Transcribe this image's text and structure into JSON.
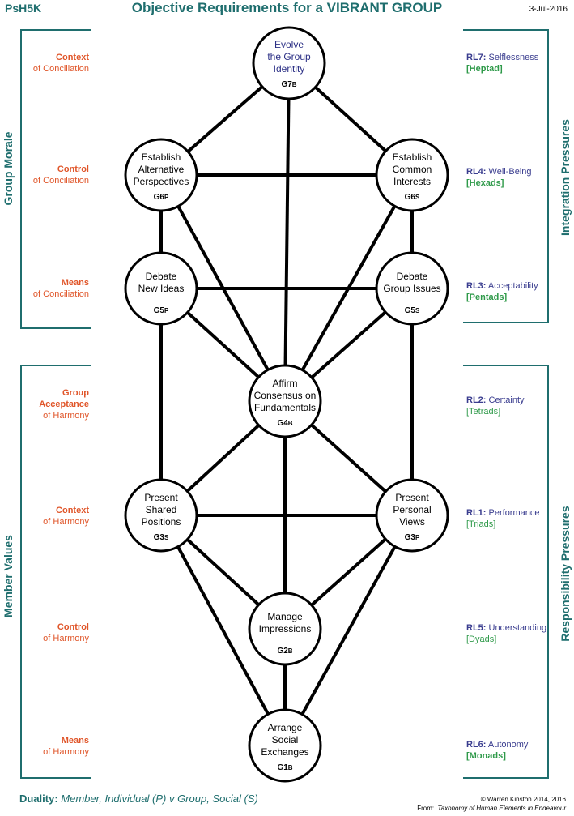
{
  "header": {
    "code": "PsH5K",
    "title": "Objective Requirements for a VIBRANT GROUP",
    "date": "3-Jul-2016"
  },
  "sides": {
    "group_morale": "Group  Morale",
    "member_values": "Member  Values",
    "integration_pressures": "Integration Pressures",
    "responsibility_pressures": "Responsibility  Pressures"
  },
  "left_labels": [
    {
      "head": "Context",
      "sub": "of Conciliation"
    },
    {
      "head": "Control",
      "sub": "of Conciliation"
    },
    {
      "head": "Means",
      "sub": "of Conciliation"
    },
    {
      "head1": "Group",
      "head2": "Acceptance",
      "sub": "of Harmony"
    },
    {
      "head": "Context",
      "sub": "of Harmony"
    },
    {
      "head": "Control",
      "sub": "of Harmony"
    },
    {
      "head": "Means",
      "sub": "of Harmony"
    }
  ],
  "right_labels": [
    {
      "rl": "RL7:",
      "name": "Selflessness",
      "group": "[Heptad]"
    },
    {
      "rl": "RL4:",
      "name": "Well-Being",
      "group": "[Hexads]"
    },
    {
      "rl": "RL3:",
      "name": "Acceptability",
      "group": "[Pentads]"
    },
    {
      "rl": "RL2:",
      "name": "Certainty",
      "group": "[Tetrads]"
    },
    {
      "rl": "RL1:",
      "name": "Performance",
      "group": "[Triads]"
    },
    {
      "rl": "RL5:",
      "name": "Understanding",
      "group": "[Dyads]"
    },
    {
      "rl": "RL6:",
      "name": "Autonomy",
      "group": "[Monads]"
    }
  ],
  "nodes": {
    "g7": {
      "l1": "Evolve",
      "l2": "the Group",
      "l3": "Identity",
      "code": "G7",
      "sub": "B"
    },
    "g6p": {
      "l1": "Establish",
      "l2": "Alternative",
      "l3": "Perspectives",
      "code": "G6",
      "sub": "P"
    },
    "g6s": {
      "l1": "Establish",
      "l2": "Common",
      "l3": "Interests",
      "code": "G6",
      "sub": "S"
    },
    "g5p": {
      "l1": "Debate",
      "l2": "New Ideas",
      "code": "G5",
      "sub": "P"
    },
    "g5s": {
      "l1": "Debate",
      "l2": "Group Issues",
      "code": "G5",
      "sub": "S"
    },
    "g4": {
      "l1": "Affirm",
      "l2": "Consensus on",
      "l3": "Fundamentals",
      "code": "G4",
      "sub": "B"
    },
    "g3s": {
      "l1": "Present",
      "l2": "Shared",
      "l3": "Positions",
      "code": "G3",
      "sub": "S"
    },
    "g3p": {
      "l1": "Present",
      "l2": "Personal",
      "l3": "Views",
      "code": "G3",
      "sub": "P"
    },
    "g2": {
      "l1": "Manage",
      "l2": "Impressions",
      "code": "G2",
      "sub": "B"
    },
    "g1": {
      "l1": "Arrange",
      "l2": "Social",
      "l3": "Exchanges",
      "code": "G1",
      "sub": "B"
    }
  },
  "footer": {
    "duality_label": "Duality:",
    "duality_text": "Member, Individual (P)  v  Group, Social (S)",
    "copyright": "© Warren Kinston 2014, 2016",
    "from_label": "From:",
    "from_text": "Taxonomy of Human Elements in Endeavour"
  },
  "colors": {
    "teal": "#1f6e6e",
    "orange": "#e0562a",
    "navy": "#2b2f85",
    "green": "#2f9a4a",
    "node_blue": "#1c5fae"
  }
}
